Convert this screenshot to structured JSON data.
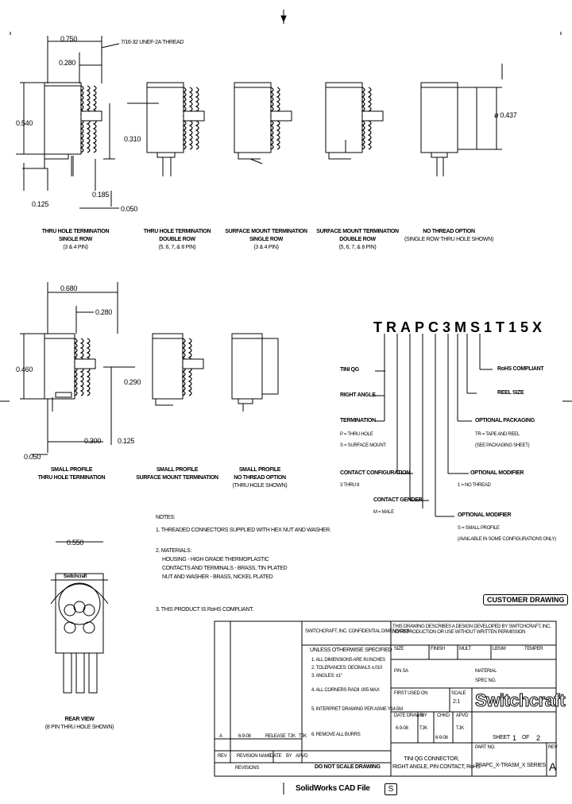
{
  "top_drawings": {
    "dim_0750": "0.750",
    "dim_0280": "0.280",
    "thread_callout": "7/16-32 UNEF-2A THREAD",
    "dim_0540": "0.540",
    "dim_0310": "0.310",
    "dim_0437": "ø 0.437",
    "dim_0185": "0.185",
    "dim_0125": "0.125",
    "dim_0050": "0.050",
    "views": [
      {
        "title": "THRU HOLE TERMINATION",
        "line2": "SINGLE ROW",
        "line3": "(3 & 4 PIN)"
      },
      {
        "title": "THRU HOLE TERMINATION",
        "line2": "DOUBLE ROW",
        "line3": "(5, 6, 7, & 8 PIN)"
      },
      {
        "title": "SURFACE MOUNT TERMINATION",
        "line2": "SINGLE ROW",
        "line3": "(3 & 4 PIN)"
      },
      {
        "title": "SURFACE MOUNT TERMINATION",
        "line2": "DOUBLE ROW",
        "line3": "(5, 6, 7, & 8 PIN)"
      },
      {
        "title": "NO THREAD OPTION",
        "line2": "(SINGLE ROW THRU HOLE SHOWN)",
        "line3": ""
      }
    ]
  },
  "small_drawings": {
    "dim_0680": "0.680",
    "dim_0280": "0.280",
    "dim_0460": "0.460",
    "dim_0290": "0.290",
    "dim_0300": "0.300",
    "dim_0125": "0.125",
    "dim_0050": "0.050",
    "views": [
      {
        "title": "SMALL PROFILE",
        "line2": "THRU HOLE TERMINATION",
        "line3": ""
      },
      {
        "title": "SMALL PROFILE",
        "line2": "SURFACE MOUNT TERMINATION",
        "line3": ""
      },
      {
        "title": "SMALL PROFILE",
        "line2": "NO THREAD OPTION",
        "line3": "(THRU HOLE SHOWN)"
      }
    ]
  },
  "part_code": {
    "code": "TRAPC3MS1T15X",
    "labels": {
      "tini_qg": "TINI QG",
      "right_angle": "RIGHT ANGLE",
      "termination": "TERMINATION",
      "termination_opts": [
        "P = THRU HOLE",
        "S = SURFACE MOUNT"
      ],
      "contact_config": "CONTACT CONFIGURATION",
      "contact_config_opt": "3 THRU 8",
      "contact_gender": "CONTACT GENDER",
      "contact_gender_opt": "M = MALE",
      "rohs": "RoHS COMPLIANT",
      "reel_size": "REEL SIZE",
      "opt_packaging": "OPTIONAL PACKAGING",
      "opt_packaging_opts": [
        "TR = TAPE AND REEL",
        "(SEE PACKAGING SHEET)"
      ],
      "opt_modifier1": "OPTIONAL MODIFIER",
      "opt_modifier1_opt": "1 = NO THREAD",
      "opt_modifier2": "OPTIONAL MODIFIER",
      "opt_modifier2_opts": [
        "S = SMALL PROFILE",
        "(AVAILABLE IN SOME CONFIGURATIONS ONLY)"
      ]
    }
  },
  "notes": {
    "heading": "NOTES:",
    "items": [
      "1. THREADED CONNECTORS SUPPLIED WITH HEX NUT AND WASHER.",
      "2. MATERIALS:",
      "HOUSING - HIGH GRADE THERMOPLASTIC",
      "CONTACTS AND TERMINALS - BRASS, TIN PLATED",
      "NUT AND WASHER - BRASS, NICKEL PLATED",
      "3. THIS PRODUCT IS RoHS COMPLIANT."
    ]
  },
  "rear_view": {
    "dim": "0.550",
    "brand": "Switchcraft",
    "title": "REAR VIEW",
    "subtitle": "(8 PIN THRU HOLE SHOWN)"
  },
  "customer_drawing": "CUSTOMER DRAWING",
  "title_block": {
    "proprietary": "THIS DRAWING DESCRIBES A DESIGN DEVELOPED BY SWITCHCRAFT, INC. NO REPRODUCTION OR USE WITHOUT WRITTEN PERMISSION",
    "tolerance_header": "UNLESS OTHERWISE SPECIFIED",
    "tolerance_lines": [
      "1. ALL DIMENSIONS ARE IN INCHES",
      "2. TOLERANCES: DECIMALS ±.010",
      "3. ANGLES: ±1°",
      "4. ALL CORNERS RADII .005 MAX",
      "5. INTERPRET DRAWING PER ASME Y14.5M",
      "6. REMOVE ALL BURRS"
    ],
    "size_label": "SIZE",
    "finish_label": "FINISH",
    "mult_label": "MULT",
    "lbs_label": "LBS/M",
    "temper_label": "TEMPER",
    "pn_label": "P/N SA",
    "material_label": "MATERIAL",
    "spec_label": "SPEC NO.",
    "first_used_label": "FIRST USED ON",
    "scale_label": "SCALE",
    "scale_value": "2:1",
    "date_label": "DATE DRAWN",
    "by_label": "BY",
    "chkd_label": "CHKD",
    "apvd_label": "APVD",
    "date_drawn": "6-9-08",
    "by": "TJK",
    "date_chkd": "6-9-08",
    "chkd": "TJK",
    "sheet": "SHEET",
    "sheet_num": "1",
    "of": "OF",
    "sheet_total": "2",
    "part_title_1": "TINI QG CONNECTOR,",
    "part_title_2": "RIGHT ANGLE, PIN CONTACT, RoHS",
    "part_no_label": "PART NO.",
    "part_no": "TRAPC_X-TRASM_X SERIES",
    "rev_label": "REV",
    "rev": "A",
    "rev_row": [
      "A",
      "6-9-08",
      "RELEASE",
      "TJK",
      "TJK"
    ],
    "rev_headers": [
      "REV",
      "REVISION NAME",
      "DATE",
      "BY",
      "APVD"
    ],
    "revisions_label": "REVISIONS",
    "do_not_scale": "DO NOT SCALE DRAWING",
    "company": "SWITCHCRAFT, INC. CONFIDENTIAL DIMENSIONS",
    "logo": "Switchcraft"
  },
  "cad_file": "SolidWorks CAD File",
  "cad_icon": "S"
}
